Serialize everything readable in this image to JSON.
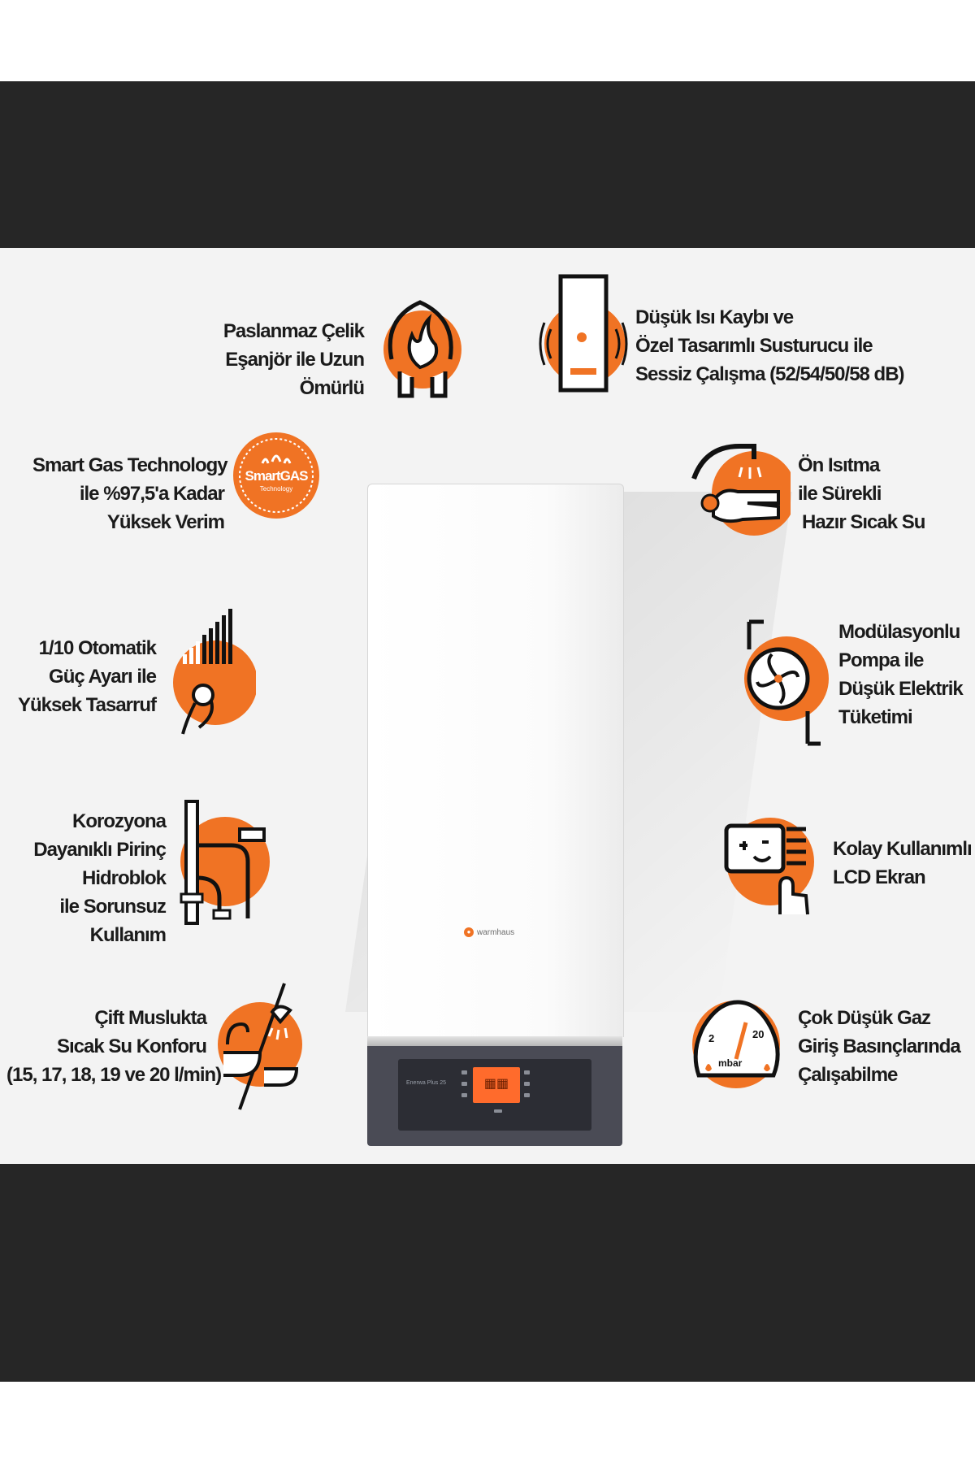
{
  "features": {
    "paslanmaz": {
      "lines": [
        "Paslanmaz Çelik",
        "Eşanjör ile Uzun",
        "Ömürlü"
      ],
      "icon": "flame-exchanger-icon"
    },
    "dusuk_isi": {
      "lines": [
        "Düşük Isı Kaybı ve",
        "Özel Tasarımlı Susturucu ile",
        "Sessiz Çalışma (52/54/50/58 dB)"
      ],
      "icon": "quiet-boiler-icon"
    },
    "smart_gas": {
      "lines": [
        "Smart Gas Technology",
        "ile %97,5'a Kadar",
        "Yüksek Verim"
      ],
      "icon": "smartgas-icon",
      "badge": {
        "title": "SmartGAS",
        "sub": "Technology"
      }
    },
    "on_isitma": {
      "lines": [
        "Ön Isıtma",
        "ile Sürekli",
        "Hazır Sıcak Su"
      ],
      "icon": "faucet-hand-icon"
    },
    "otomatik_guc": {
      "lines": [
        "1/10 Otomatik",
        "Güç Ayarı ile",
        "Yüksek Tasarruf"
      ],
      "icon": "power-dial-icon"
    },
    "pompa": {
      "lines": [
        "Modülasyonlu",
        "Pompa ile",
        "Düşük Elektrik",
        "Tüketimi"
      ],
      "icon": "pump-fan-icon"
    },
    "pirinc": {
      "lines": [
        "Korozyona",
        "Dayanıklı Pirinç",
        "Hidroblok",
        "ile Sorunsuz",
        "Kullanım"
      ],
      "icon": "brass-pipes-icon"
    },
    "lcd": {
      "lines": [
        "Kolay Kullanımlı",
        "LCD Ekran"
      ],
      "icon": "lcd-touch-icon"
    },
    "cift_muslik": {
      "lines": [
        "Çift Muslukta",
        "Sıcak Su Konforu",
        "(15, 17, 18, 19 ve 20 l/min)"
      ],
      "icon": "bath-shower-icon"
    },
    "gaz_basinc": {
      "lines": [
        "Çok Düşük Gaz",
        "Giriş Basınçlarında",
        "Çalışabilme"
      ],
      "icon": "pressure-gauge-icon",
      "gauge": {
        "low": "2",
        "high": "20",
        "unit": "mbar"
      }
    }
  },
  "product": {
    "brand": "warmhaus",
    "model": "Enerwa Plus 25"
  },
  "colors": {
    "accent": "#f07324",
    "band": "#262626",
    "panel": "#f3f3f3",
    "base": "#4a4b55"
  }
}
